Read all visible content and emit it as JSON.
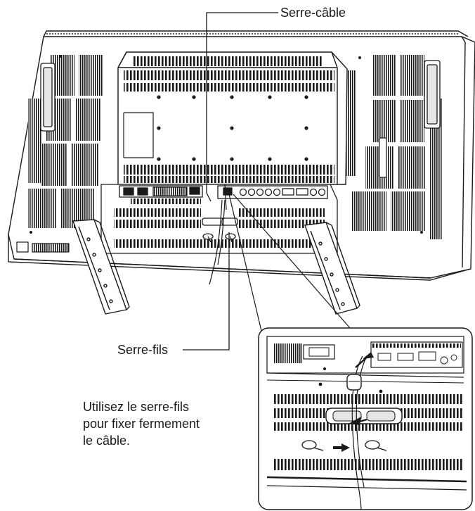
{
  "labels": {
    "cable_tie": "Serre-câble",
    "wire_clamp": "Serre-fils"
  },
  "instruction": {
    "line1": "Utilisez le serre-fils",
    "line2": "pour fixer fermement",
    "line3": "le câble."
  },
  "colors": {
    "line": "#1a1a1a",
    "fill_panel": "#ffffff",
    "vent": "#1a1a1a",
    "shade": "#e6e6e6"
  }
}
